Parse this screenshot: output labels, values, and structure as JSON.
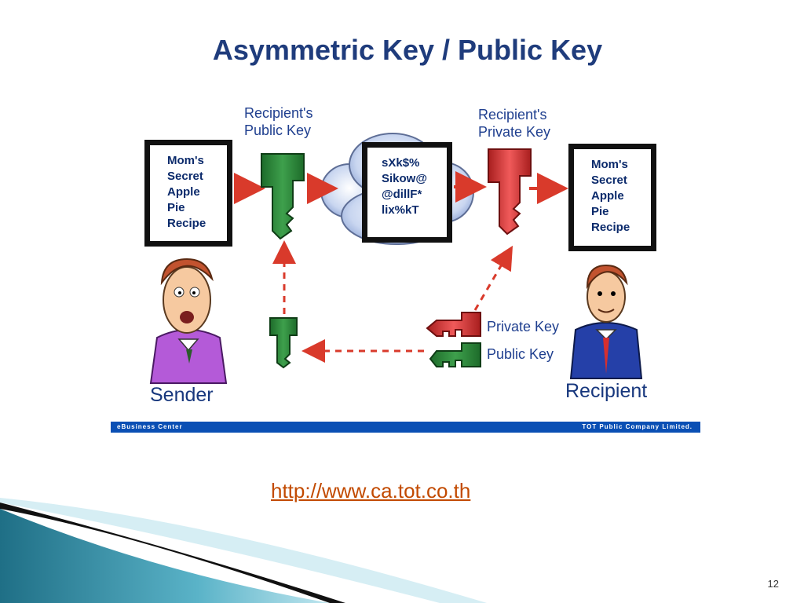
{
  "slide": {
    "title": "Asymmetric Key / Public Key",
    "link": "http://www.ca.tot.co.th",
    "page_number": "12"
  },
  "diagram": {
    "recipient_public_key_label": [
      "Recipient's",
      "Public Key"
    ],
    "recipient_private_key_label": [
      "Recipient's",
      "Private Key"
    ],
    "plain_document_left": [
      "Mom's",
      "Secret",
      "Apple",
      "Pie",
      "Recipe"
    ],
    "cipher_document": [
      "sXk$%",
      "Sikow@",
      "@dillF*",
      "lix%kT"
    ],
    "plain_document_right": [
      "Mom's",
      "Secret",
      "Apple",
      "Pie",
      "Recipe"
    ],
    "private_key_legend": "Private Key",
    "public_key_legend": "Public Key",
    "sender_label": "Sender",
    "recipient_label": "Recipient",
    "footer_left": "eBusiness Center",
    "footer_right": "TOT Public Company Limited.",
    "colors": {
      "public_key": "#2f8a3c",
      "private_key": "#d62f2f",
      "arrow": "#d93a2b",
      "footer_bar": "#0a4fb4",
      "label_blue": "#1f3f8f"
    }
  }
}
